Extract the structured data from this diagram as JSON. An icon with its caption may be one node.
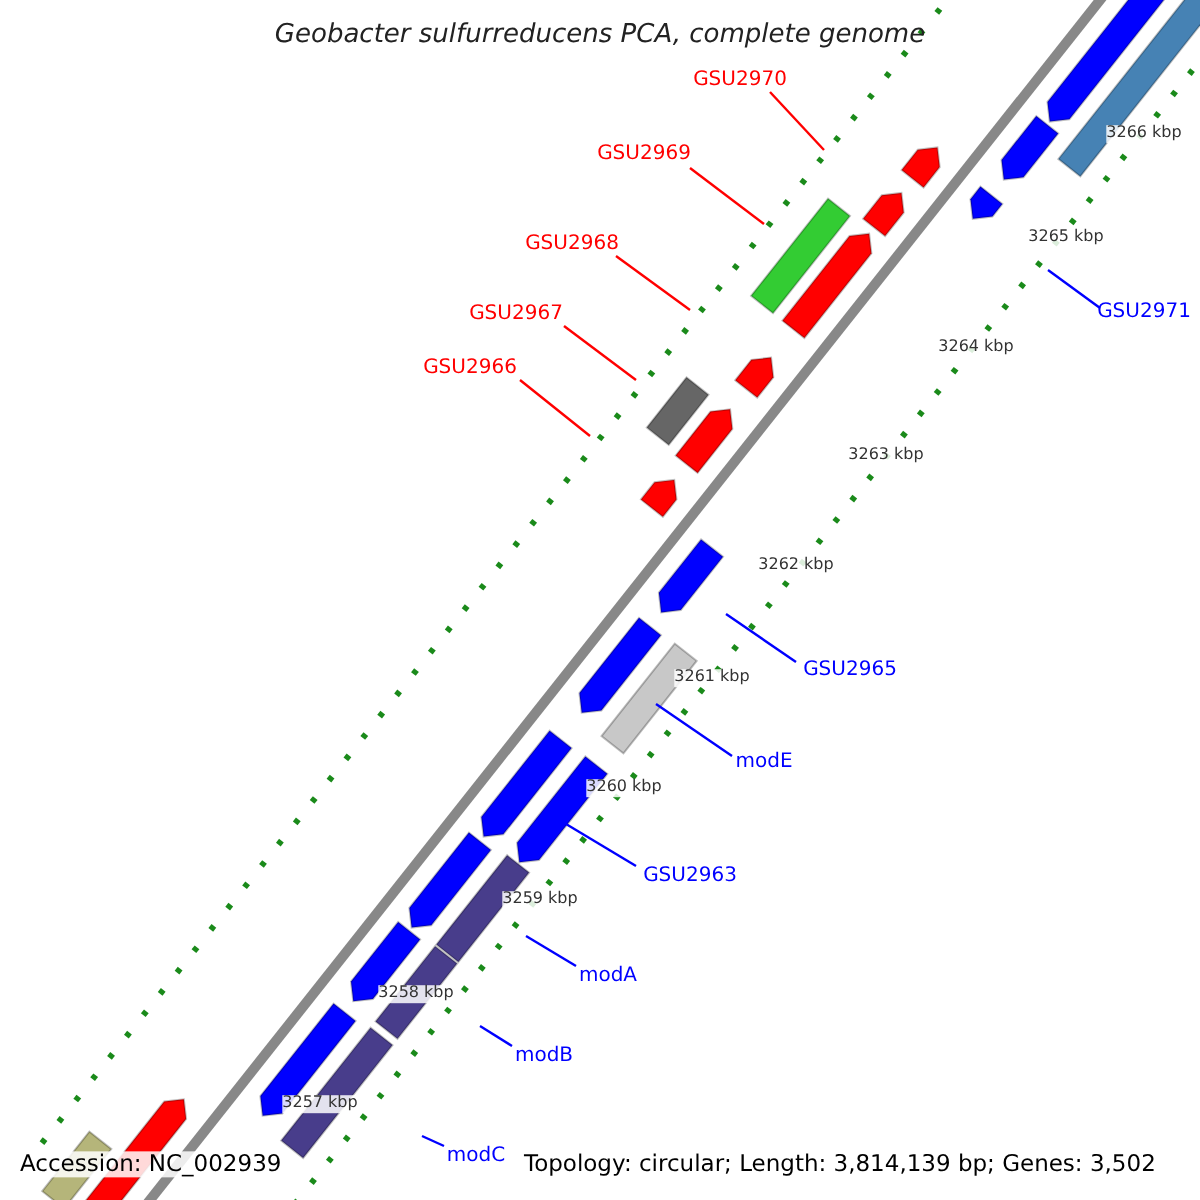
{
  "diagram": {
    "title": "Geobacter sulfurreducens PCA, complete genome",
    "nodes": [
      {
        "text": [
          "GSU2970"
        ]
      },
      {
        "text": [
          "GSU2969"
        ]
      },
      {
        "text": [
          "GSU2968"
        ]
      },
      {
        "text": [
          "GSU2967"
        ]
      },
      {
        "text": [
          "GSU2966"
        ]
      },
      {
        "text": [
          "GSU2971"
        ]
      },
      {
        "text": [
          "GSU2965"
        ]
      },
      {
        "text": [
          "modE"
        ]
      },
      {
        "text": [
          "GSU2963"
        ]
      },
      {
        "text": [
          "modA"
        ]
      },
      {
        "text": [
          "modB"
        ]
      },
      {
        "text": [
          "modC"
        ]
      }
    ],
    "edges": [
      {
        "from": 0,
        "to": null,
        "arrow": "none",
        "color": "#ff0000"
      },
      {
        "from": 1,
        "to": null,
        "arrow": "none",
        "color": "#ff0000"
      },
      {
        "from": 2,
        "to": null,
        "arrow": "none",
        "color": "#ff0000"
      },
      {
        "from": 3,
        "to": null,
        "arrow": "none",
        "color": "#ff0000"
      },
      {
        "from": 4,
        "to": null,
        "arrow": "none",
        "color": "#ff0000"
      },
      {
        "from": 5,
        "to": null,
        "arrow": "none"
      },
      {
        "from": 6,
        "to": null,
        "arrow": "none"
      },
      {
        "from": 7,
        "to": null,
        "arrow": "none"
      },
      {
        "from": 8,
        "to": null,
        "arrow": "none"
      },
      {
        "from": 9,
        "to": null,
        "arrow": "none"
      },
      {
        "from": 10,
        "to": null,
        "arrow": "none"
      },
      {
        "from": 11,
        "to": null,
        "arrow": "none"
      }
    ],
    "labels": [
      "3266 kbp",
      "3265 kbp",
      "3264 kbp",
      "3263 kbp",
      "3262 kbp",
      "3261 kbp",
      "3260 kbp",
      "3259 kbp",
      "3258 kbp",
      "3257 kbp",
      "Accession: NC_002939",
      "Topology: circular; Length: 3,814,139 bp; Genes: 3,502"
    ]
  }
}
